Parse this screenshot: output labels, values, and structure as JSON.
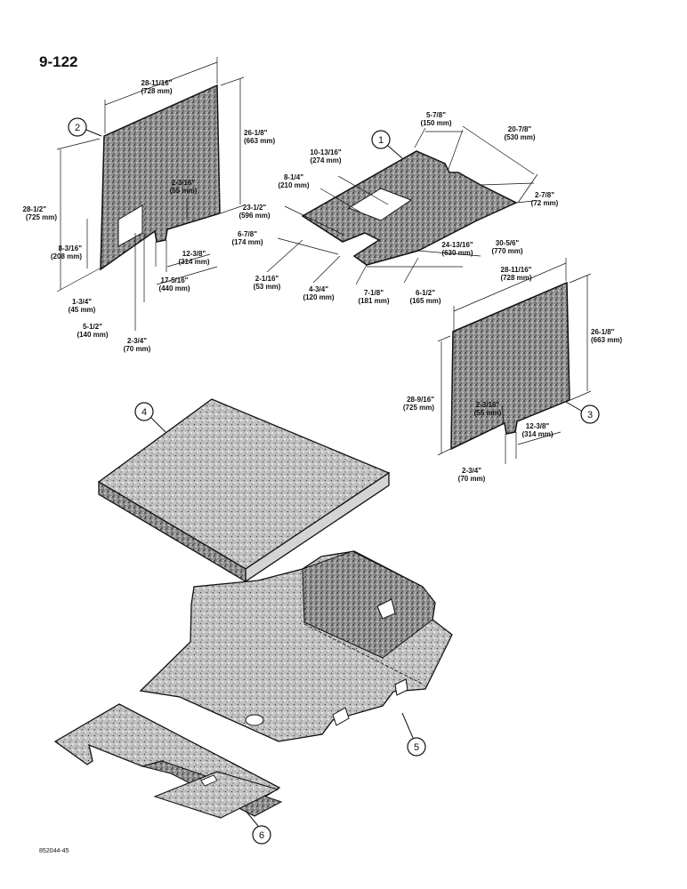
{
  "page_number": "9-122",
  "document_id": "852044-45",
  "callouts": [
    "1",
    "2",
    "3",
    "4",
    "5",
    "6"
  ],
  "part2": {
    "width": [
      "28-11/16\"",
      "(728 mm)"
    ],
    "height_right": [
      "26-1/8\"",
      "(663 mm)"
    ],
    "height_left": [
      "28-1/2\"",
      "(725 mm)"
    ],
    "hole_height": [
      "8-3/16\"",
      "(208 mm)"
    ],
    "notch_depth": [
      "2-3/16\"",
      "(55 mm)"
    ],
    "notch_offset": [
      "12-3/8\"",
      "(314 mm)"
    ],
    "notch_offset2": [
      "17-5/16\"",
      "(440 mm)"
    ],
    "hole_bottom": [
      "1-3/4\"",
      "(45 mm)"
    ],
    "hole_width": [
      "5-1/2\"",
      "(140 mm)"
    ],
    "notch_width": [
      "2-3/4\"",
      "(70 mm)"
    ]
  },
  "part1": {
    "d1": [
      "5-7/8\"",
      "(150 mm)"
    ],
    "d2": [
      "20-7/8\"",
      "(530 mm)"
    ],
    "d3": [
      "10-13/16\"",
      "(274 mm)"
    ],
    "d4": [
      "8-1/4\"",
      "(210 mm)"
    ],
    "d5": [
      "2-7/8\"",
      "(72 mm)"
    ],
    "d6": [
      "23-1/2\"",
      "(596 mm)"
    ],
    "d7": [
      "6-7/8\"",
      "(174 mm)"
    ],
    "d8": [
      "24-13/16\"",
      "(630 mm)"
    ],
    "d9": [
      "30-5/6\"",
      "(770 mm)"
    ],
    "d10": [
      "2-1/16\"",
      "(53 mm)"
    ],
    "d11": [
      "4-3/4\"",
      "(120 mm)"
    ],
    "d12": [
      "7-1/8\"",
      "(181 mm)"
    ],
    "d13": [
      "6-1/2\"",
      "(165 mm)"
    ]
  },
  "part3": {
    "width": [
      "28-11/16\"",
      "(728 mm)"
    ],
    "height_right": [
      "26-1/8\"",
      "(663 mm)"
    ],
    "height_left": [
      "28-9/16\"",
      "(725 mm)"
    ],
    "notch_depth": [
      "2-3/16\"",
      "(55 mm)"
    ],
    "notch_offset": [
      "12-3/8\"",
      "(314 mm)"
    ],
    "notch_width": [
      "2-3/4\"",
      "(70 mm)"
    ]
  }
}
